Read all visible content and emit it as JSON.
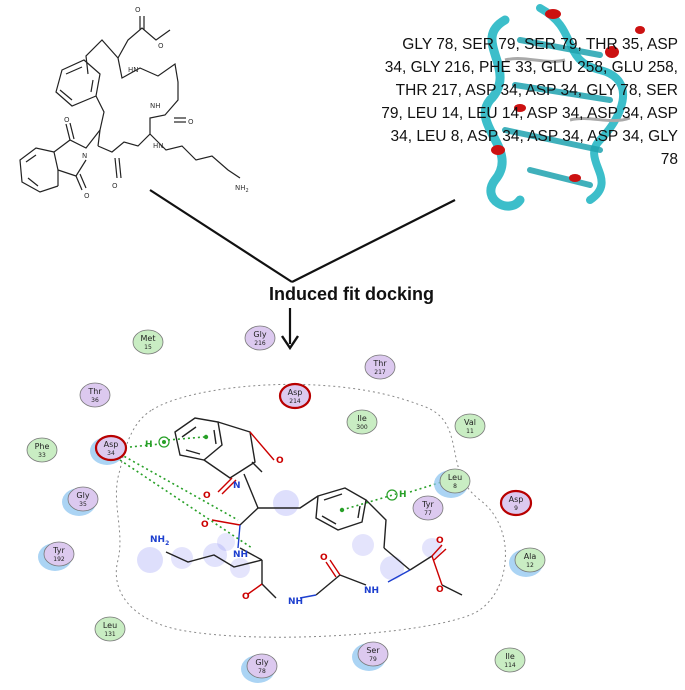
{
  "contact_list": "GLY 78, SER 79, SER 79, THR 35, ASP 34, GLY 216, PHE 33, GLU 258, GLU 258, THR 217, ASP 34, ASP 34, GLY 78, SER 79, LEU 14, LEU 14, ASP 34, ASP 34, ASP 34, LEU 8, ASP 34, ASP 34, ASP 34, GLY 78",
  "method_label": "Induced fit docking",
  "atom_labels": {
    "nh2": "NH",
    "nh2_sub": "2",
    "h": "H",
    "nh": "NH",
    "n": "N",
    "o": "O"
  },
  "ligand_2d": {
    "amine_label": "NH",
    "amine_sub": "2"
  },
  "colors": {
    "polar": "#dcc9ef",
    "hydrophobic": "#c9edc3",
    "charged_negative": "#b80000",
    "pi_contact": "#28a028",
    "ribbon": "#27b7c4",
    "helix": "#cc1111"
  },
  "residues": [
    {
      "name": "Met",
      "num": "15",
      "kind": "hydrophobic"
    },
    {
      "name": "Gly",
      "num": "216",
      "kind": "polar"
    },
    {
      "name": "Thr",
      "num": "217",
      "kind": "polar"
    },
    {
      "name": "Thr",
      "num": "36",
      "kind": "polar"
    },
    {
      "name": "Asp",
      "num": "214",
      "kind": "negative"
    },
    {
      "name": "Ile",
      "num": "300",
      "kind": "hydrophobic"
    },
    {
      "name": "Val",
      "num": "11",
      "kind": "hydrophobic"
    },
    {
      "name": "Phe",
      "num": "33",
      "kind": "hydrophobic"
    },
    {
      "name": "Asp",
      "num": "34",
      "kind": "negative"
    },
    {
      "name": "Leu",
      "num": "8",
      "kind": "hydrophobic"
    },
    {
      "name": "Gly",
      "num": "35",
      "kind": "polar"
    },
    {
      "name": "Tyr",
      "num": "77",
      "kind": "polar"
    },
    {
      "name": "Asp",
      "num": "9",
      "kind": "negative"
    },
    {
      "name": "Tyr",
      "num": "192",
      "kind": "polar"
    },
    {
      "name": "Ala",
      "num": "12",
      "kind": "hydrophobic"
    },
    {
      "name": "Leu",
      "num": "131",
      "kind": "hydrophobic"
    },
    {
      "name": "Gly",
      "num": "78",
      "kind": "polar"
    },
    {
      "name": "Ser",
      "num": "79",
      "kind": "polar"
    },
    {
      "name": "Ile",
      "num": "114",
      "kind": "hydrophobic"
    }
  ]
}
